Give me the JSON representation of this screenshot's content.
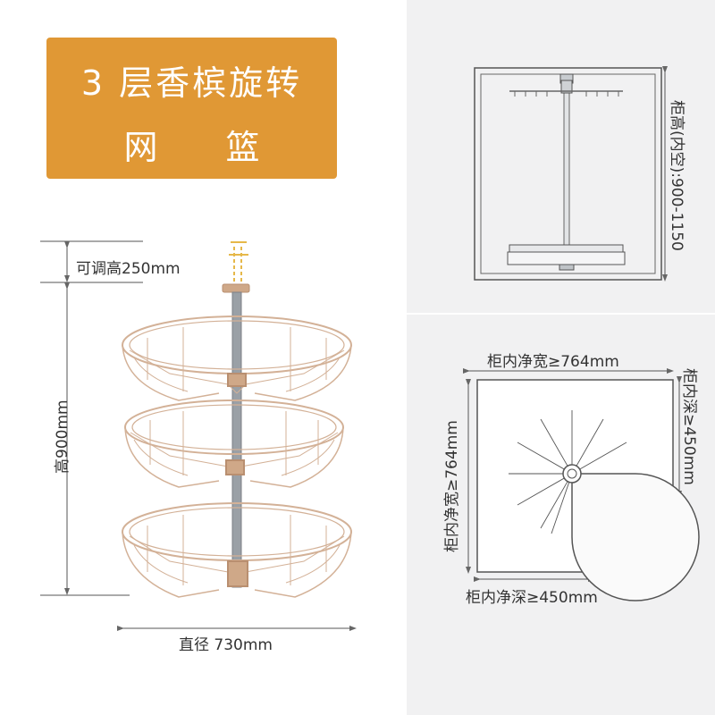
{
  "title": {
    "line1": "3 层香槟旋转",
    "line2": "网 篮"
  },
  "left_diagram": {
    "adjust_label": "可调高250mm",
    "height_label": "高900mm",
    "diameter_label": "直径 730mm"
  },
  "top_right_diagram": {
    "cabinet_height_label": "柜高(内空):900-1150"
  },
  "bottom_right_diagram": {
    "top_width_label": "柜内净宽≥764mm",
    "left_width_label": "柜内净宽≥764mm",
    "right_depth_label": "柜内深≥450mm",
    "bottom_depth_label": "柜内净深≥450mm"
  },
  "colors": {
    "banner": "#e09835",
    "basket": "#d9b9a0",
    "panel": "#f1f1f2",
    "line": "#555555"
  }
}
